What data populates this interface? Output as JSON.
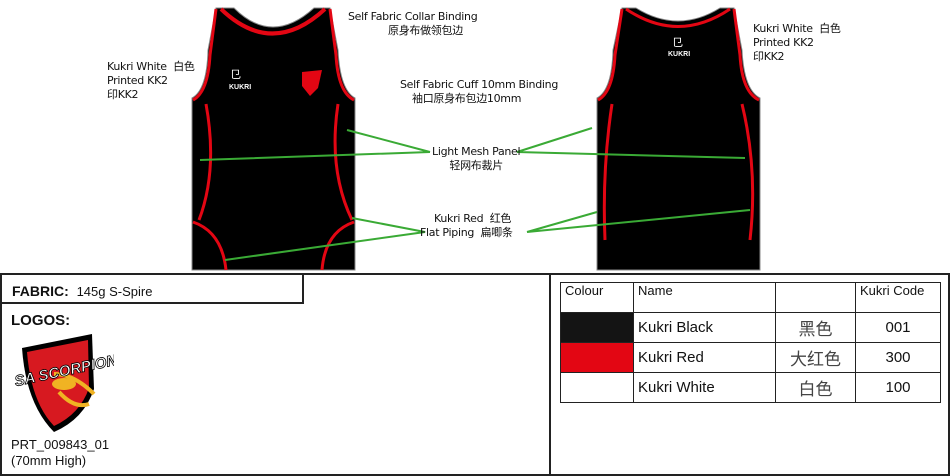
{
  "annotations": {
    "collar_en": "Self Fabric Collar Binding",
    "collar_cn": "原身布做领包边",
    "cuff_en": "Self Fabric Cuff 10mm Binding",
    "cuff_cn": "袖口原身布包边10mm",
    "mesh_en": "Light Mesh Panel",
    "mesh_cn": "轻网布裁片",
    "piping_en1": "Kukri Red",
    "piping_cn1": "红色",
    "piping_en2": "Flat Piping",
    "piping_cn2": "扁唧条",
    "front_logo": {
      "l1": "Kukri White",
      "cn": "白色",
      "l2": "Printed KK2",
      "l3": "印KK2"
    },
    "back_logo": {
      "l1": "Kukri White",
      "cn": "白色",
      "l2": "Printed KK2",
      "l3": "印KK2"
    },
    "brand": "KUKRI"
  },
  "fabric": {
    "label": "FABRIC:",
    "value": "145g S-Spire"
  },
  "logos": {
    "label": "LOGOS:",
    "logo_text": "SA SCORPIONS",
    "code": "PRT_009843_01",
    "size": "(70mm High)"
  },
  "colour_table": {
    "headers": [
      "Colour",
      "Name",
      "",
      "Kukri Code"
    ],
    "rows": [
      {
        "swatch": "#141414",
        "name": "Kukri Black",
        "cn": "黑色",
        "code": "001"
      },
      {
        "swatch": "#e30613",
        "name": "Kukri Red",
        "cn": "大红色",
        "code": "300"
      },
      {
        "swatch": "#ffffff",
        "name": "Kukri White",
        "cn": "白色",
        "code": "100"
      }
    ]
  },
  "colors": {
    "black": "#000000",
    "red": "#e30613",
    "green": "#3aaa35"
  }
}
